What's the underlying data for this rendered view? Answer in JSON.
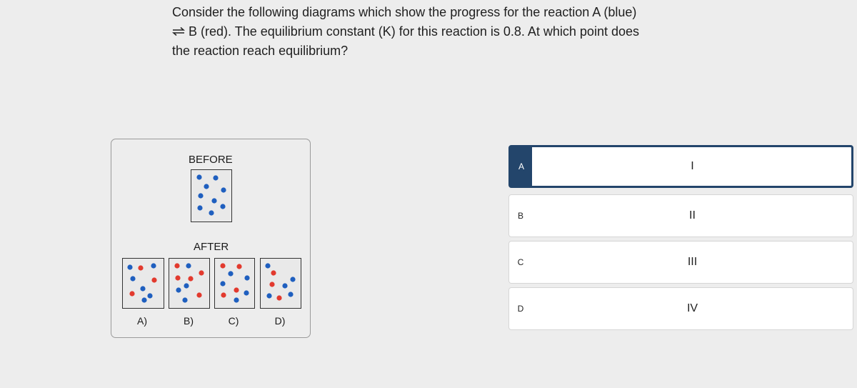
{
  "question": {
    "line1": "Consider the following diagrams which show the progress for the reaction A (blue)",
    "line2_suffix": "B (red). The equilibrium constant (K) for this reaction is 0.8. At which point does",
    "line3": "the reaction reach equilibrium?"
  },
  "figure": {
    "before_label": "BEFORE",
    "after_label": "AFTER",
    "box_labels": [
      "A)",
      "B)",
      "C)",
      "D)"
    ]
  },
  "colors": {
    "blue": "#1f5fbf",
    "red": "#e23a2e",
    "selected": "#23456b"
  },
  "options": [
    {
      "letter": "A",
      "text": "I",
      "selected": true
    },
    {
      "letter": "B",
      "text": "II",
      "selected": false
    },
    {
      "letter": "C",
      "text": "III",
      "selected": false
    },
    {
      "letter": "D",
      "text": "IV",
      "selected": false
    }
  ]
}
